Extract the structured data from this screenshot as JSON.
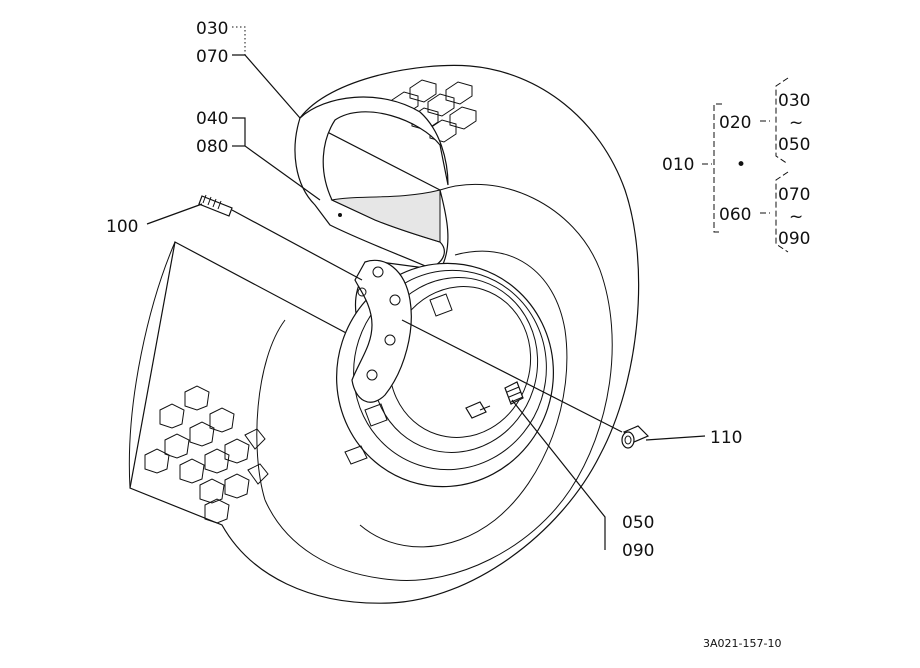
{
  "callouts": {
    "c030_top": "030",
    "c070_top": "070",
    "c040": "040",
    "c080": "080",
    "c100": "100",
    "c110": "110",
    "c050_bottom": "050",
    "c090_bottom": "090"
  },
  "tree": {
    "root": "010",
    "branch_a": "020",
    "branch_a_from": "030",
    "branch_a_to": "050",
    "branch_b": "060",
    "branch_b_from": "070",
    "branch_b_to": "090",
    "tilde": "~",
    "bullet": "•"
  },
  "drawing_code": "3A021-157-10",
  "colors": {
    "ink": "#111111",
    "paper": "#ffffff",
    "shade": "#e6e6e6"
  }
}
